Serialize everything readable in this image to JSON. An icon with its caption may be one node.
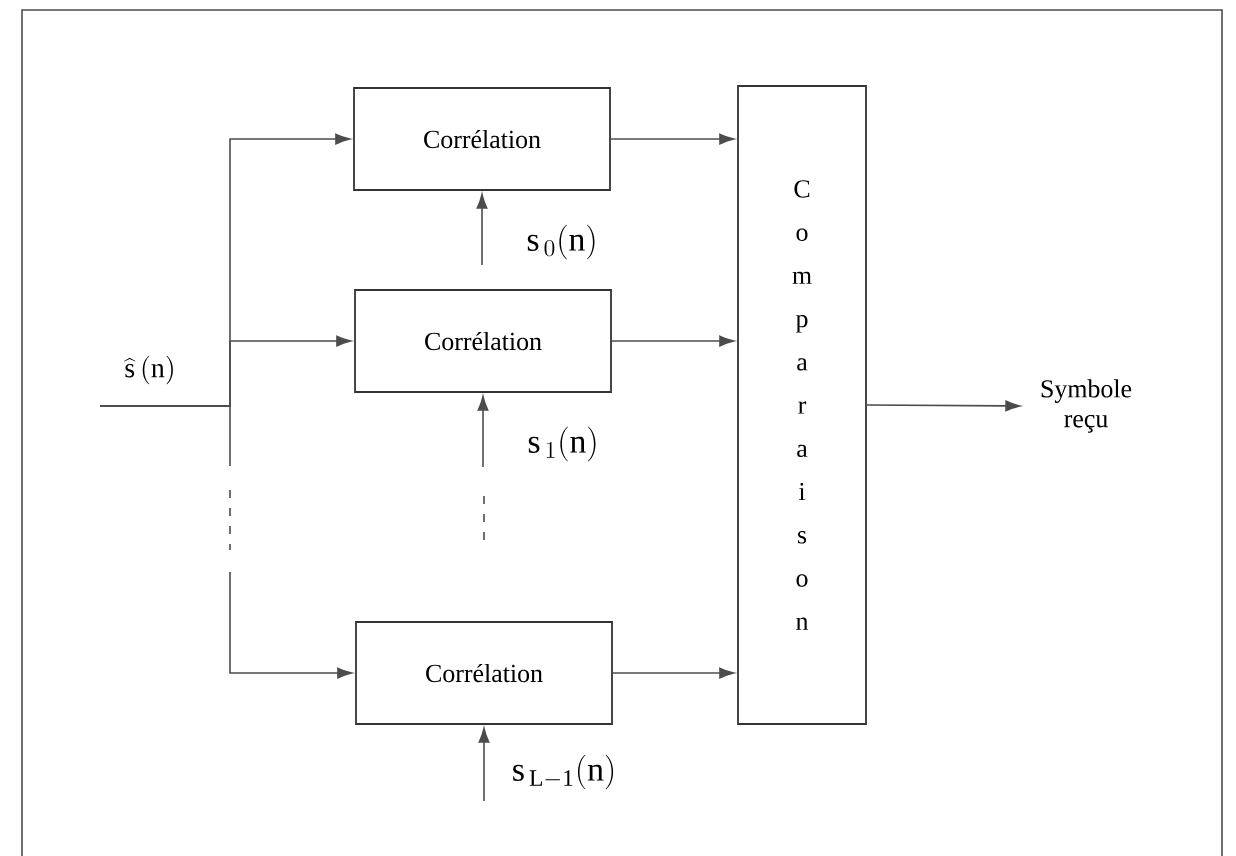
{
  "diagram": {
    "nodes": [
      {
        "text": [
          "Corrélation"
        ]
      },
      {
        "text": [
          "Corrélation"
        ]
      },
      {
        "text": [
          "Corrélation"
        ]
      },
      {
        "text": [
          "Comparaison"
        ]
      },
      {
        "text": [
          "Symbole reçu"
        ]
      }
    ],
    "edges": [
      {
        "from": null,
        "to": 0,
        "arrow": "to"
      },
      {
        "from": null,
        "to": 1,
        "arrow": "to"
      },
      {
        "from": null,
        "to": 2,
        "arrow": "to"
      },
      {
        "from": null,
        "to": 0,
        "arrow": "to",
        "label": "\\mathrm{s}_{\\,0}(\\mathrm{n})"
      },
      {
        "from": null,
        "to": 1,
        "arrow": "to",
        "label": "\\mathrm{s}_{\\,1}(\\mathrm{n})"
      },
      {
        "from": null,
        "to": 2,
        "arrow": "to",
        "label": "\\mathrm{s}_{\\,\\mathrm{L-1}}(\\mathrm{n})"
      },
      {
        "from": 0,
        "to": 3,
        "arrow": "to"
      },
      {
        "from": 1,
        "to": 3,
        "arrow": "to"
      },
      {
        "from": 2,
        "to": 3,
        "arrow": "to"
      },
      {
        "from": 3,
        "to": 4,
        "arrow": "to"
      }
    ],
    "labels": [
      "\\widehat{\\mathrm{s}}\\,(\\mathrm{n})"
    ]
  }
}
